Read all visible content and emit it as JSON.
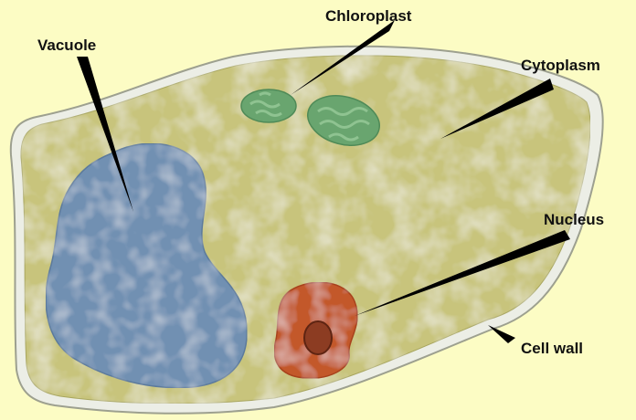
{
  "labels": {
    "chloroplast": "Chloroplast",
    "vacuole": "Vacuole",
    "cytoplasm": "Cytoplasm",
    "nucleus": "Nucleus",
    "cell_wall": "Cell wall"
  },
  "colors": {
    "background": "#fcfcc4",
    "cell_wall": "#e9ece2",
    "cytoplasm": "#c6c37a",
    "vacuole": "#6f90b4",
    "chloroplast": "#6aa46f",
    "nucleus": "#c4572b",
    "nucleolus": "#8a3a22",
    "pointer": "#000000"
  }
}
